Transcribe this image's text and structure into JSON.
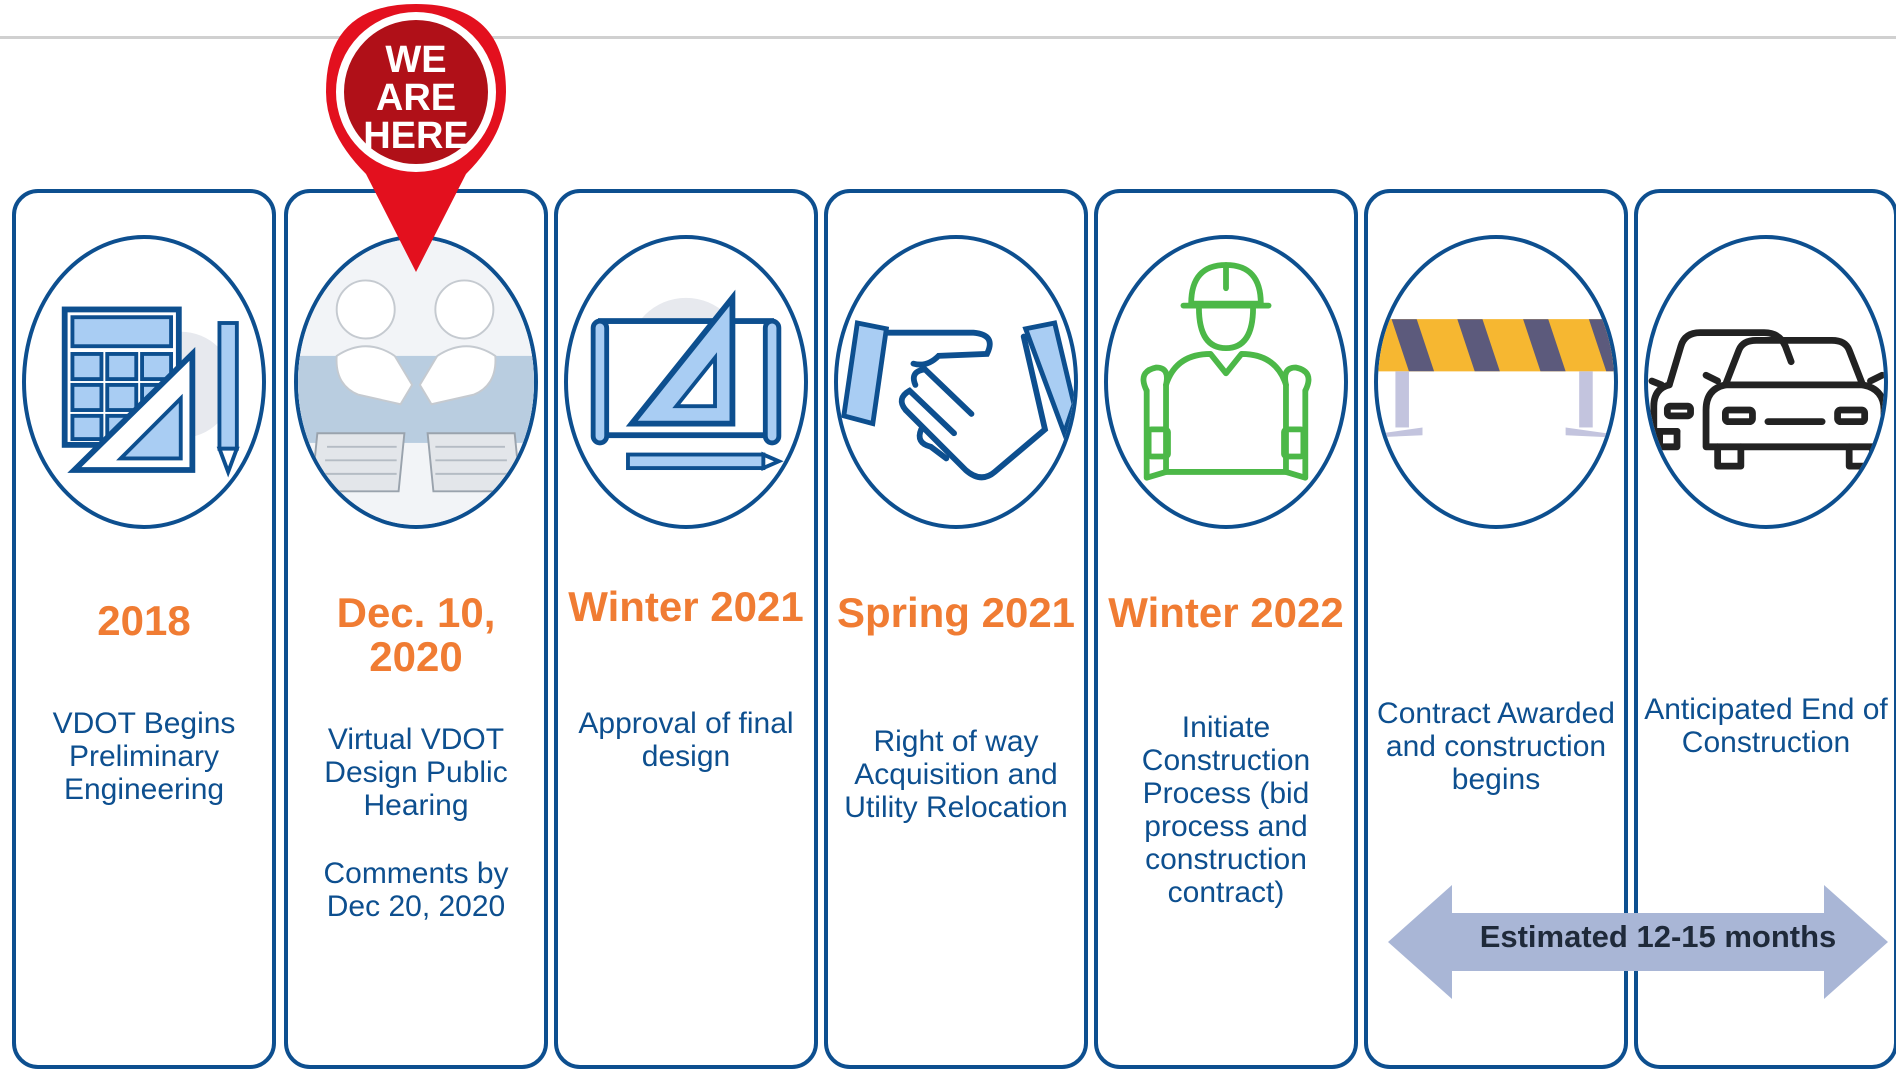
{
  "marker": {
    "lines": [
      "WE",
      "ARE",
      "HERE"
    ]
  },
  "milestones": [
    {
      "date": "2018",
      "description": "VDOT Begins Preliminary Engineering",
      "icon": "engineering-tools-icon"
    },
    {
      "date": "Dec. 10, 2020",
      "description": "Virtual VDOT Design  Public Hearing",
      "note": "Comments by Dec 20, 2020",
      "icon": "handshake-laptops-icon"
    },
    {
      "date": "Winter 2021",
      "description": "Approval of final design",
      "icon": "blueprint-triangle-icon"
    },
    {
      "date": "Spring 2021",
      "description": "Right of way Acquisition and Utility Relocation",
      "icon": "handshake-icon"
    },
    {
      "date": "Winter 2022",
      "description": "Initiate Construction Process (bid process and construction contract)",
      "icon": "construction-worker-icon"
    },
    {
      "date": "",
      "description": "Contract Awarded and construction begins",
      "icon": "road-barrier-icon"
    },
    {
      "date": "",
      "description": "Anticipated End of Construction",
      "icon": "cars-icon"
    }
  ],
  "duration": {
    "label": "Estimated 12-15 months"
  },
  "colors": {
    "border": "#0d4f8f",
    "date": "#f07c33",
    "text": "#0d4f8f",
    "marker": "#c8101e",
    "arrow": "#a9b6d6"
  }
}
